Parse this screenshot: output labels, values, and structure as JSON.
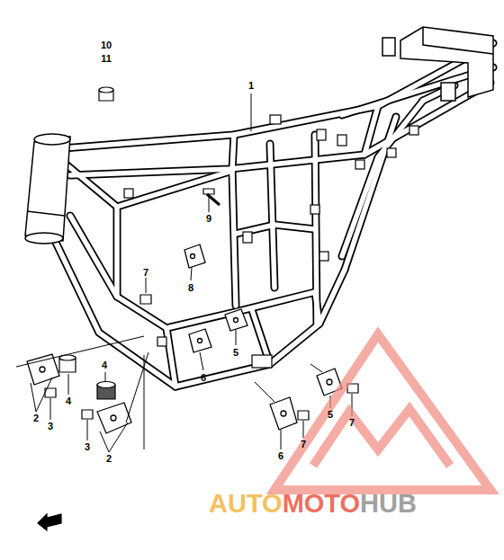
{
  "diagram": {
    "labels": [
      "10",
      "11",
      "1",
      "9",
      "8",
      "7",
      "5",
      "6",
      "4",
      "2",
      "3",
      "4",
      "3",
      "2",
      "6",
      "5",
      "7",
      "7",
      "AUTO",
      "MOTO",
      "HUB"
    ]
  }
}
